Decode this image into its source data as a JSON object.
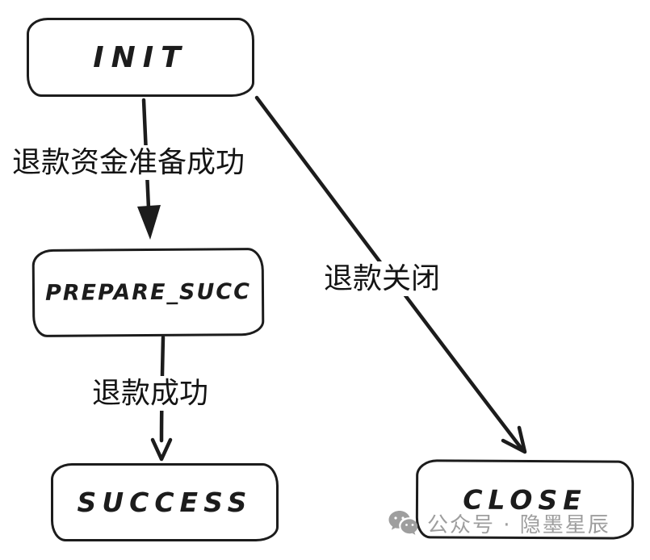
{
  "colors": {
    "ink": "#1c1c1c",
    "watermark_gray": "#9e9e9e",
    "background": "#ffffff"
  },
  "diagram": {
    "type": "state-diagram",
    "nodes": [
      {
        "id": "init",
        "label": "INIT"
      },
      {
        "id": "prepare_succ",
        "label": "PREPARE_SUCC"
      },
      {
        "id": "success",
        "label": "SUCCESS"
      },
      {
        "id": "close",
        "label": "CLOSE"
      }
    ],
    "edges": [
      {
        "from": "INIT",
        "to": "PREPARE_SUCC",
        "label": "退款资金准备成功"
      },
      {
        "from": "PREPARE_SUCC",
        "to": "SUCCESS",
        "label": "退款成功"
      },
      {
        "from": "INIT",
        "to": "CLOSE",
        "label": "退款关闭"
      }
    ]
  },
  "watermark": {
    "icon": "wechat-icon",
    "text": "公众号 · 隐墨星辰"
  }
}
